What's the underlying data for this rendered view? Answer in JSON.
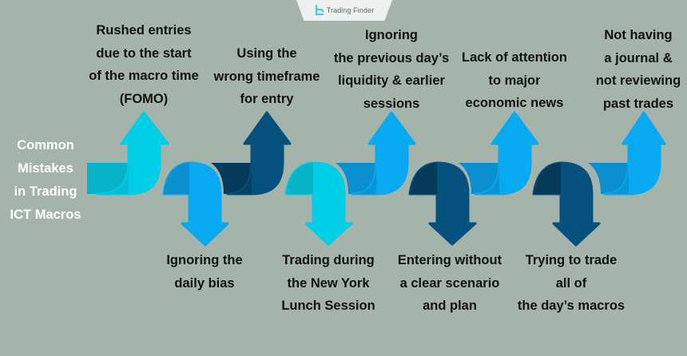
{
  "brand": {
    "name": "Trading Finder",
    "icon": "trading-finder-logo-icon"
  },
  "title": {
    "lines": [
      "Common",
      "Mistakes",
      "in Trading",
      "ICT Macros"
    ]
  },
  "colors": {
    "background": "#a4b4aa",
    "title_text": "#ffffff",
    "label_text": "#111111",
    "cyan": "#00cde6",
    "cyan_dark": "#06b3c8",
    "sky": "#07aaf0",
    "sky_dark": "#0a8fd0",
    "navy": "#05517d",
    "navy_dark": "#063a5b"
  },
  "top_labels": [
    {
      "lines": [
        "Rushed entries",
        "due to the start",
        "of the macro time",
        "(FOMO)"
      ]
    },
    {
      "lines": [
        "Using the",
        "wrong timeframe",
        "for entry"
      ]
    },
    {
      "lines": [
        "Ignoring",
        "the previous day’s",
        "liquidity & earlier",
        "sessions"
      ]
    },
    {
      "lines": [
        "Lack of attention",
        "to major",
        "economic news"
      ]
    },
    {
      "lines": [
        "Not having",
        "a journal &",
        "not reviewing",
        "past trades"
      ]
    }
  ],
  "bottom_labels": [
    {
      "lines": [
        "Ignoring the",
        "daily bias"
      ]
    },
    {
      "lines": [
        "Trading during",
        "the New York",
        "Lunch Session"
      ]
    },
    {
      "lines": [
        "Entering without",
        "a clear scenario",
        "and plan"
      ]
    },
    {
      "lines": [
        "Trying to trade",
        "all of",
        "the day’s macros"
      ]
    }
  ]
}
